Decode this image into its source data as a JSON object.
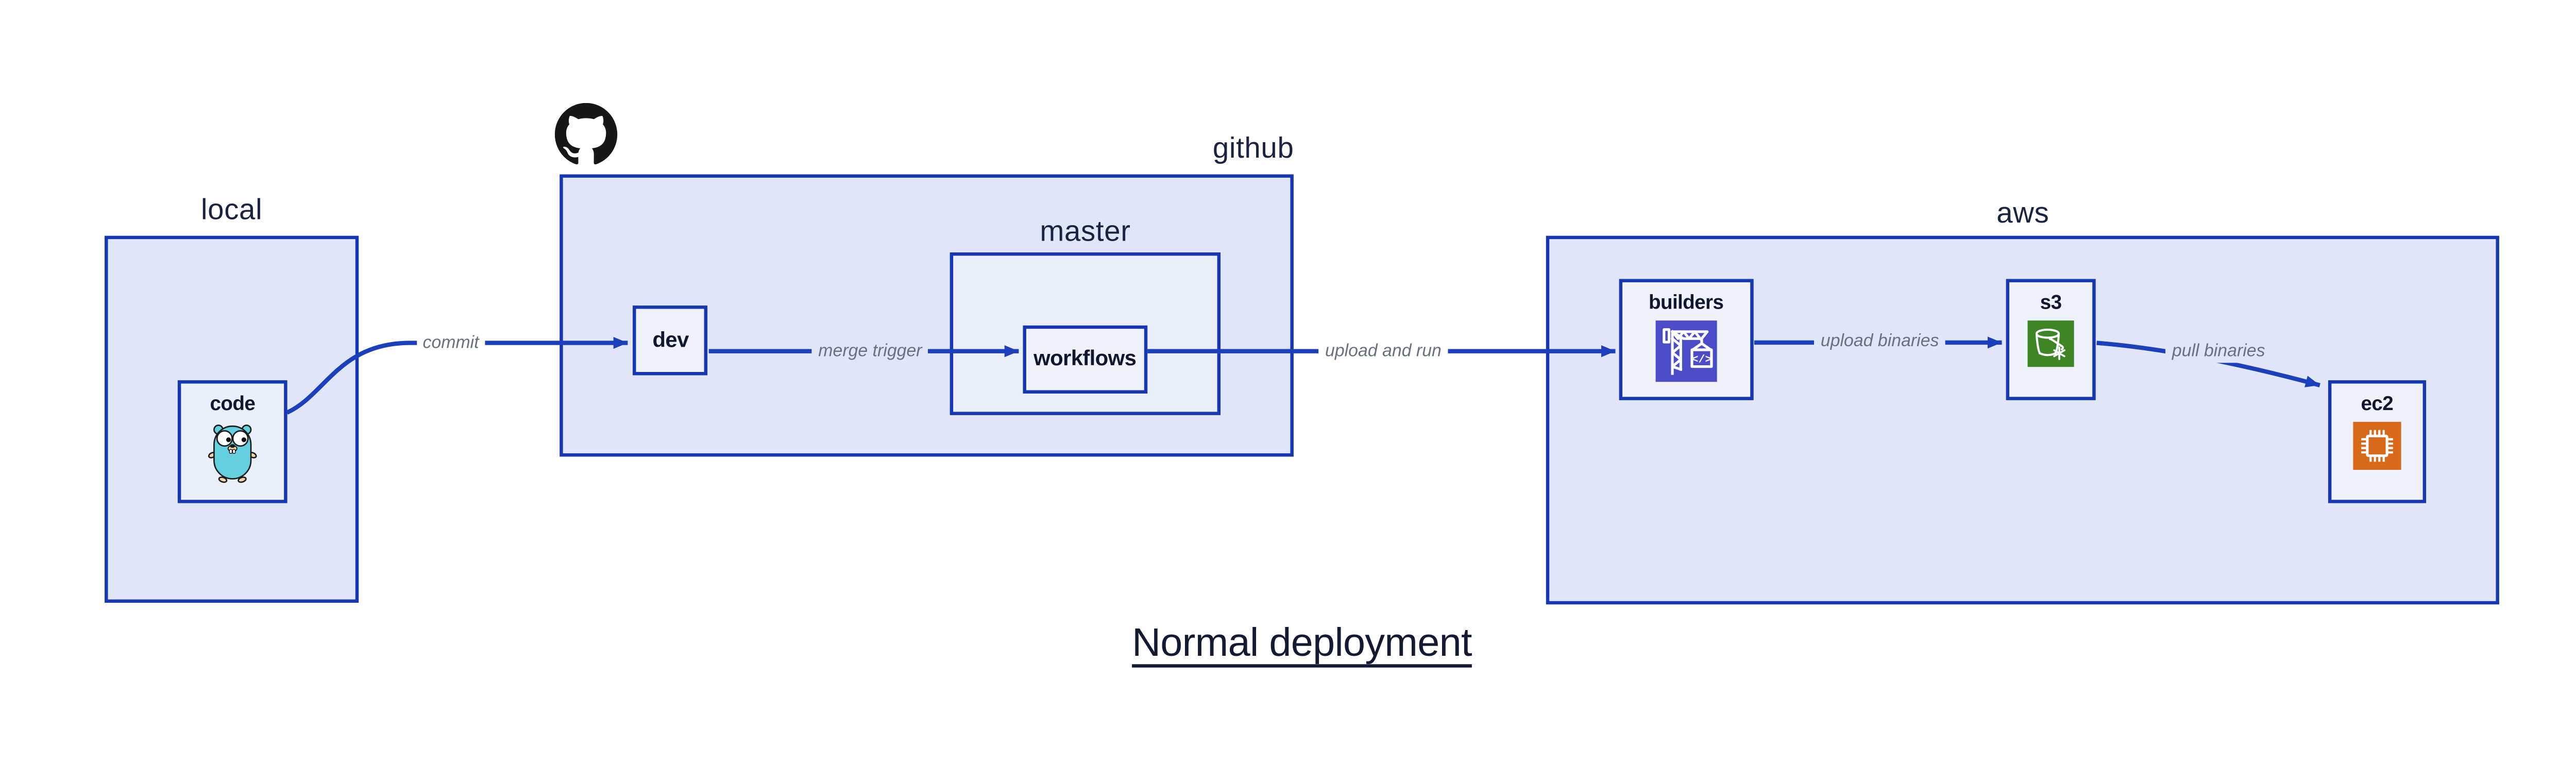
{
  "title": {
    "text": "Normal deployment"
  },
  "groups": {
    "local": {
      "label": "local"
    },
    "github": {
      "label": "github"
    },
    "master": {
      "label": "master"
    },
    "aws": {
      "label": "aws"
    }
  },
  "nodes": {
    "code": {
      "label": "code",
      "icon": "go-gopher-icon"
    },
    "dev": {
      "label": "dev"
    },
    "workflows": {
      "label": "workflows"
    },
    "builders": {
      "label": "builders",
      "icon": "codebuild-crane-icon"
    },
    "s3": {
      "label": "s3",
      "icon": "s3-glacier-bucket-icon"
    },
    "ec2": {
      "label": "ec2",
      "icon": "ec2-chip-icon"
    }
  },
  "edges": {
    "commit": {
      "label": "commit",
      "from": "code",
      "to": "dev"
    },
    "merge_trigger": {
      "label": "merge trigger",
      "from": "dev",
      "to": "workflows"
    },
    "upload_and_run": {
      "label": "upload and run",
      "from": "workflows",
      "to": "builders"
    },
    "upload_binaries": {
      "label": "upload binaries",
      "from": "builders",
      "to": "s3"
    },
    "pull_binaries": {
      "label": "pull binaries",
      "from": "s3",
      "to": "ec2"
    }
  },
  "icons": {
    "github_logo": "github-octocat-icon",
    "codebuild_glyph": "</>"
  },
  "colors": {
    "box_border": "#1538b2",
    "arrow": "#1c40bb",
    "group_fill": "#e0e6f8",
    "mid_fill": "#ebeffa",
    "node_fill": "#eff2fb",
    "label_dark": "#131a33",
    "edge_label_gray": "#6a7080",
    "codebuild_purple": "#4d4cc8",
    "s3_green": "#3e8526",
    "ec2_orange": "#d9691a",
    "gopher_teal": "#63cfdf",
    "github_black": "#181717"
  }
}
